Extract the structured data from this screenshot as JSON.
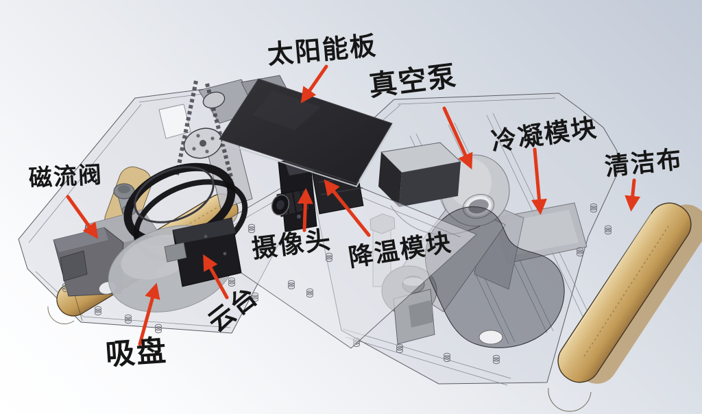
{
  "figure": {
    "kind": "annotated 3D CAD render",
    "labels": [
      {
        "id": "solar-panel",
        "text": "太阳能板"
      },
      {
        "id": "vacuum-pump",
        "text": "真空泵"
      },
      {
        "id": "condenser-module",
        "text": "冷凝模块"
      },
      {
        "id": "cleaning-cloth",
        "text": "清洁布"
      },
      {
        "id": "magnetic-flow-valve",
        "text": "磁流阀"
      },
      {
        "id": "camera",
        "text": "摄像头"
      },
      {
        "id": "cooling-module",
        "text": "降温模块"
      },
      {
        "id": "gimbal",
        "text": "云台"
      },
      {
        "id": "suction-cup",
        "text": "吸盘"
      }
    ],
    "colors": {
      "arrow_red": "#e1391b",
      "label_ink": "#161616",
      "solar_panel_black": "#28282c",
      "cleaning_cloth_tan": "#d2b176",
      "chassis_gray": "#d3d6db",
      "background_top_right": "#c2cad7",
      "background_bottom": "#ffffff"
    }
  }
}
